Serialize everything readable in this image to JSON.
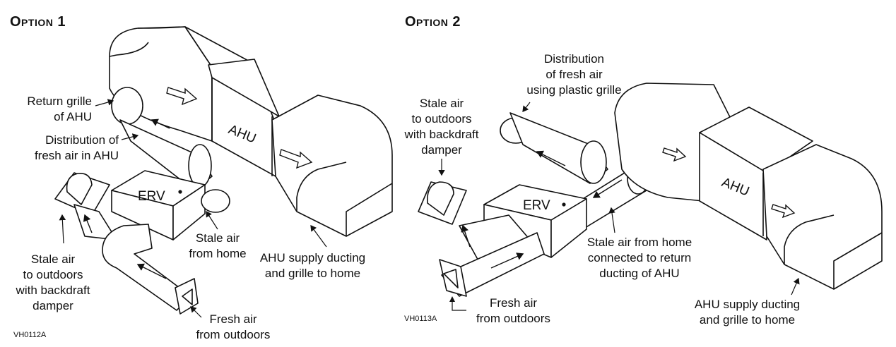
{
  "option1": {
    "heading": "Option 1",
    "code": "VH0112A",
    "erv": "ERV",
    "ahu": "AHU",
    "labels": {
      "return_grille_1": "Return grille",
      "return_grille_2": "of AHU",
      "distribution_1": "Distribution of",
      "distribution_2": "fresh air in AHU",
      "stale_out_1": "Stale air",
      "stale_out_2": "to outdoors",
      "stale_out_3": "with backdraft",
      "stale_out_4": "damper",
      "stale_home_1": "Stale air",
      "stale_home_2": "from home",
      "supply_1": "AHU supply ducting",
      "supply_2": "and grille to home",
      "fresh_1": "Fresh air",
      "fresh_2": "from outdoors"
    }
  },
  "option2": {
    "heading": "Option 2",
    "code": "VH0113A",
    "erv": "ERV",
    "ahu": "AHU",
    "labels": {
      "distribution_1": "Distribution",
      "distribution_2": "of fresh air",
      "distribution_3": "using plastic grille",
      "stale_out_1": "Stale air",
      "stale_out_2": "to outdoors",
      "stale_out_3": "with backdraft",
      "stale_out_4": "damper",
      "stale_home_1": "Stale air from home",
      "stale_home_2": "connected to return",
      "stale_home_3": "ducting of AHU",
      "fresh_1": "Fresh air",
      "fresh_2": "from outdoors",
      "supply_1": "AHU supply ducting",
      "supply_2": "and grille to home"
    }
  }
}
